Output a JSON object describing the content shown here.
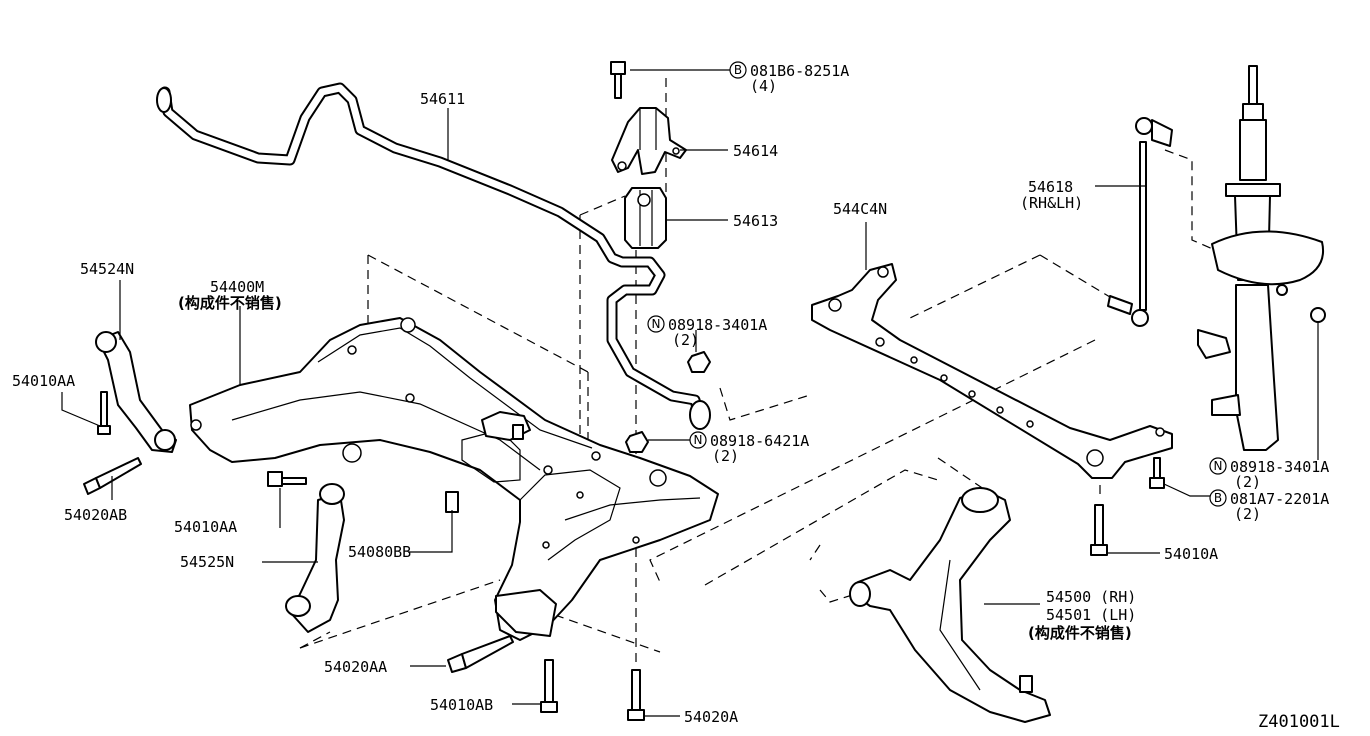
{
  "diagram_id": "Z401001L",
  "labels": {
    "p54611": "54611",
    "p54614": "54614",
    "p54613": "54613",
    "p54618": "54618",
    "p54618_sub": "(RH&LH)",
    "p544C4N": "544C4N",
    "p54524N": "54524N",
    "p54400M": "54400M",
    "p54400M_sub": "(构成件不销售)",
    "p54010AA_left": "54010AA",
    "p54020AB": "54020AB",
    "p54010AA_mid": "54010AA",
    "p54525N": "54525N",
    "p54080BB": "54080BB",
    "p54020AA": "54020AA",
    "p54010AB": "54010AB",
    "p54020A": "54020A",
    "p54010A": "54010A",
    "p54500": "54500 (RH)",
    "p54501": "54501 (LH)",
    "p54500_sub": "(构成件不销售)",
    "bolt_top": "081B6-8251A",
    "bolt_top_qty": "(4)",
    "nut_1": "08918-3401A",
    "nut_1_qty": "(2)",
    "nut_2": "08918-6421A",
    "nut_2_qty": "(2)",
    "nut_3": "08918-3401A",
    "nut_3_qty": "(2)",
    "bolt_right": "081A7-2201A",
    "bolt_right_qty": "(2)"
  },
  "symbols": {
    "bolt": "B",
    "nut": "N"
  }
}
